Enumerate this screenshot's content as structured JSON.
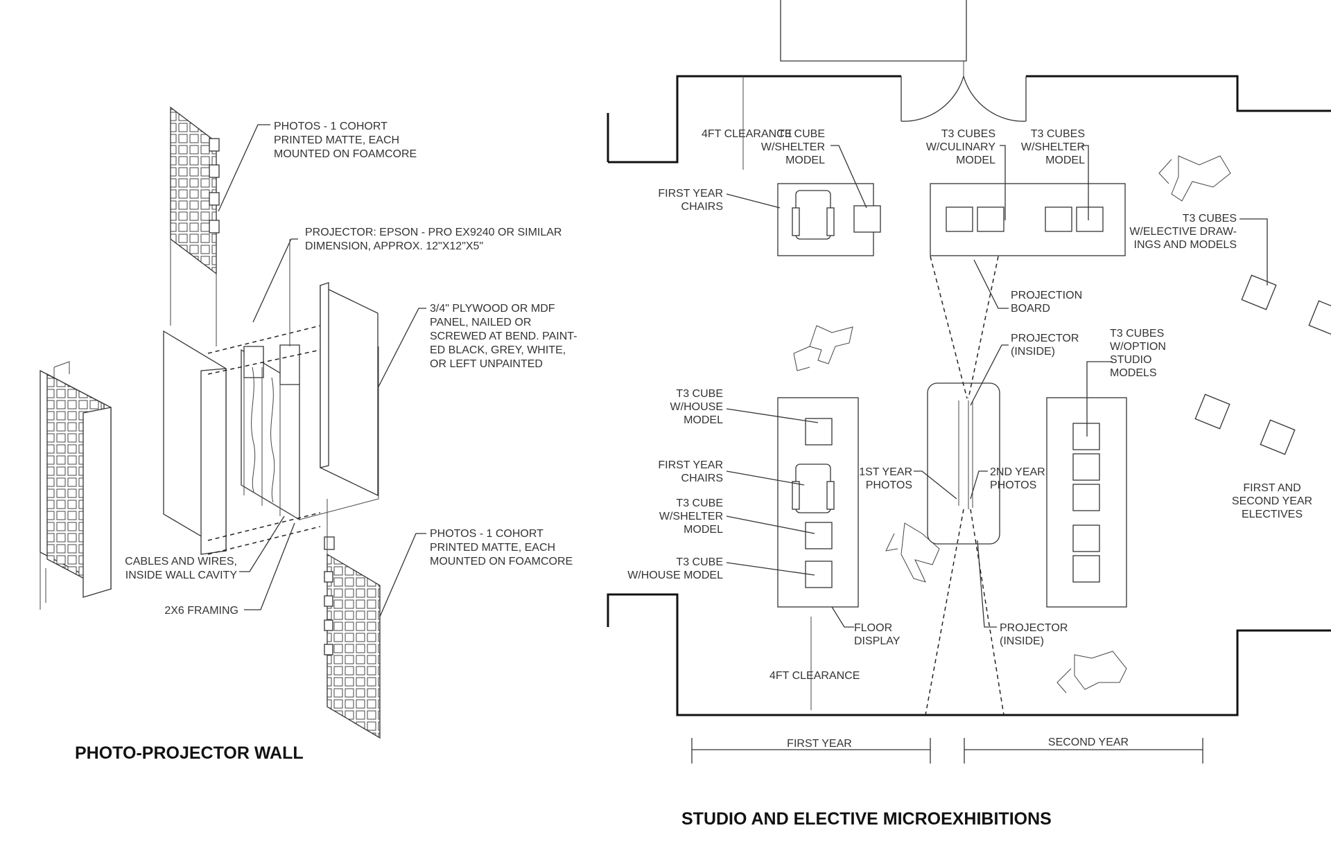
{
  "left_drawing": {
    "title": "PHOTO-PROJECTOR WALL",
    "labels": {
      "photos_top": [
        "PHOTOS - 1 COHORT",
        "PRINTED MATTE, EACH",
        "MOUNTED ON FOAMCORE"
      ],
      "projector": [
        "PROJECTOR: EPSON - PRO EX9240 OR SIMILAR",
        "DIMENSION, APPROX. 12\"X12\"X5\""
      ],
      "panel": [
        "3/4\"  PLYWOOD OR MDF",
        "PANEL, NAILED OR",
        "SCREWED AT BEND. PAINT-",
        "ED BLACK, GREY, WHITE,",
        "OR LEFT UNPAINTED"
      ],
      "photos_bottom": [
        "PHOTOS - 1 COHORT",
        "PRINTED MATTE, EACH",
        "MOUNTED ON FOAMCORE"
      ],
      "cables": [
        "CABLES AND WIRES,",
        "INSIDE WALL CAVITY"
      ],
      "framing": [
        "2X6 FRAMING"
      ]
    }
  },
  "right_drawing": {
    "title": "STUDIO AND ELECTIVE MICROEXHIBITIONS",
    "labels": {
      "clearance_top": [
        "4FT CLEARANCE"
      ],
      "t3_shelter_top": [
        "T3 CUBE",
        "W/SHELTER",
        "MODEL"
      ],
      "t3_culinary": [
        "T3 CUBES",
        "W/CULINARY",
        "MODEL"
      ],
      "t3_shelter_cubes": [
        "T3 CUBES",
        "W/SHELTER",
        "MODEL"
      ],
      "first_year_chairs_top": [
        "FIRST YEAR",
        "CHAIRS"
      ],
      "t3_elective": [
        "T3 CUBES",
        "W/ELECTIVE DRAW-",
        "INGS AND MODELS"
      ],
      "projection_board": [
        "PROJECTION",
        "BOARD"
      ],
      "projector_inside_top": [
        "PROJECTOR",
        "(INSIDE)"
      ],
      "t3_option": [
        "T3 CUBES",
        "W/OPTION",
        "STUDIO",
        "MODELS"
      ],
      "t3_house_top": [
        "T3 CUBE",
        "W/HOUSE",
        "MODEL"
      ],
      "first_year_chairs_mid": [
        "FIRST YEAR",
        "CHAIRS"
      ],
      "first_year_photos": [
        "1ST YEAR",
        "PHOTOS"
      ],
      "second_year_photos": [
        "2ND YEAR",
        "PHOTOS"
      ],
      "first_second_electives": [
        "FIRST AND",
        "SECOND YEAR",
        "ELECTIVES"
      ],
      "t3_shelter_mid": [
        "T3 CUBE",
        "W/SHELTER",
        "MODEL"
      ],
      "t3_house_bottom": [
        "T3 CUBE",
        "W/HOUSE MODEL"
      ],
      "floor_display": [
        "FLOOR",
        "DISPLAY"
      ],
      "projector_inside_bottom": [
        "PROJECTOR",
        "(INSIDE)"
      ],
      "clearance_bottom": [
        "4FT CLEARANCE"
      ],
      "first_year": [
        "FIRST YEAR"
      ],
      "second_year": [
        "SECOND YEAR"
      ]
    }
  }
}
